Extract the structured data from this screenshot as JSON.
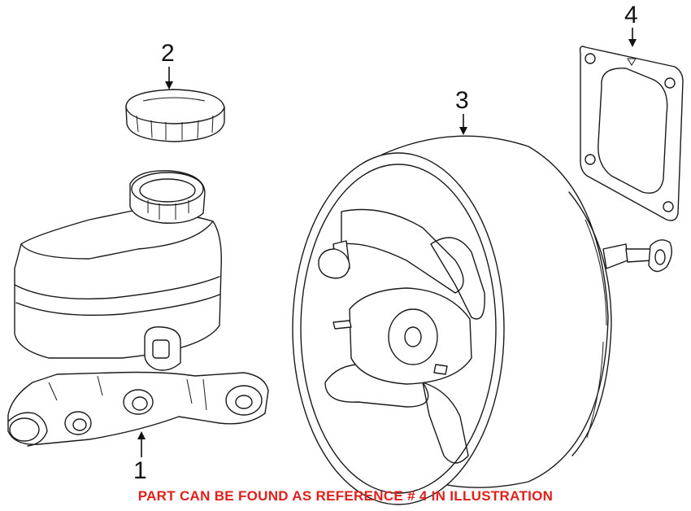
{
  "callouts": [
    {
      "id": "1",
      "label": "1"
    },
    {
      "id": "2",
      "label": "2"
    },
    {
      "id": "3",
      "label": "3"
    },
    {
      "id": "4",
      "label": "4"
    }
  ],
  "footnote": {
    "text": "PART CAN BE FOUND AS REFERENCE # 4 IN ILLUSTRATION",
    "color": "#e0201b"
  },
  "colors": {
    "line": "#1a1a1a",
    "background": "#ffffff"
  }
}
